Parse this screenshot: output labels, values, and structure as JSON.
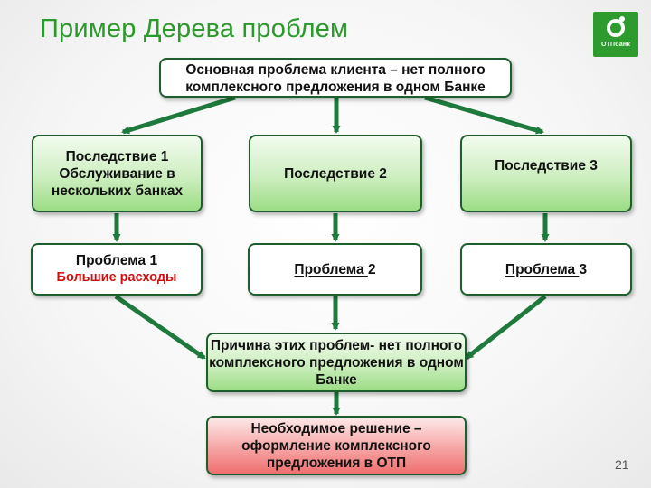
{
  "header": {
    "title": "Пример Дерева проблем"
  },
  "logo": {
    "text": "ОТПбанк"
  },
  "main_problem": {
    "text": "Основная проблема клиента – нет полного комплексного предложения в одном Банке"
  },
  "consequences": [
    {
      "title": "Последствие 1",
      "detail": "Обслуживание в нескольких банках"
    },
    {
      "title": "Последствие 2"
    },
    {
      "title": "Последствие 3"
    }
  ],
  "problems": [
    {
      "label": "Проблема ",
      "number": "1",
      "detail": "Большие расходы"
    },
    {
      "label": "Проблема ",
      "number": "2"
    },
    {
      "label": "Проблема ",
      "number": "3"
    }
  ],
  "cause": {
    "text": "Причина этих проблем- нет полного комплексного предложения в одном Банке"
  },
  "solution": {
    "text": "Необходимое решение – оформление комплексного предложения в ОТП"
  },
  "footer": {
    "page_number": "21"
  },
  "colors": {
    "title": "#2a9a2a",
    "arrow": "#1e7a3c",
    "box_border": "#1d5f2c",
    "accent_red": "#cc1111"
  }
}
